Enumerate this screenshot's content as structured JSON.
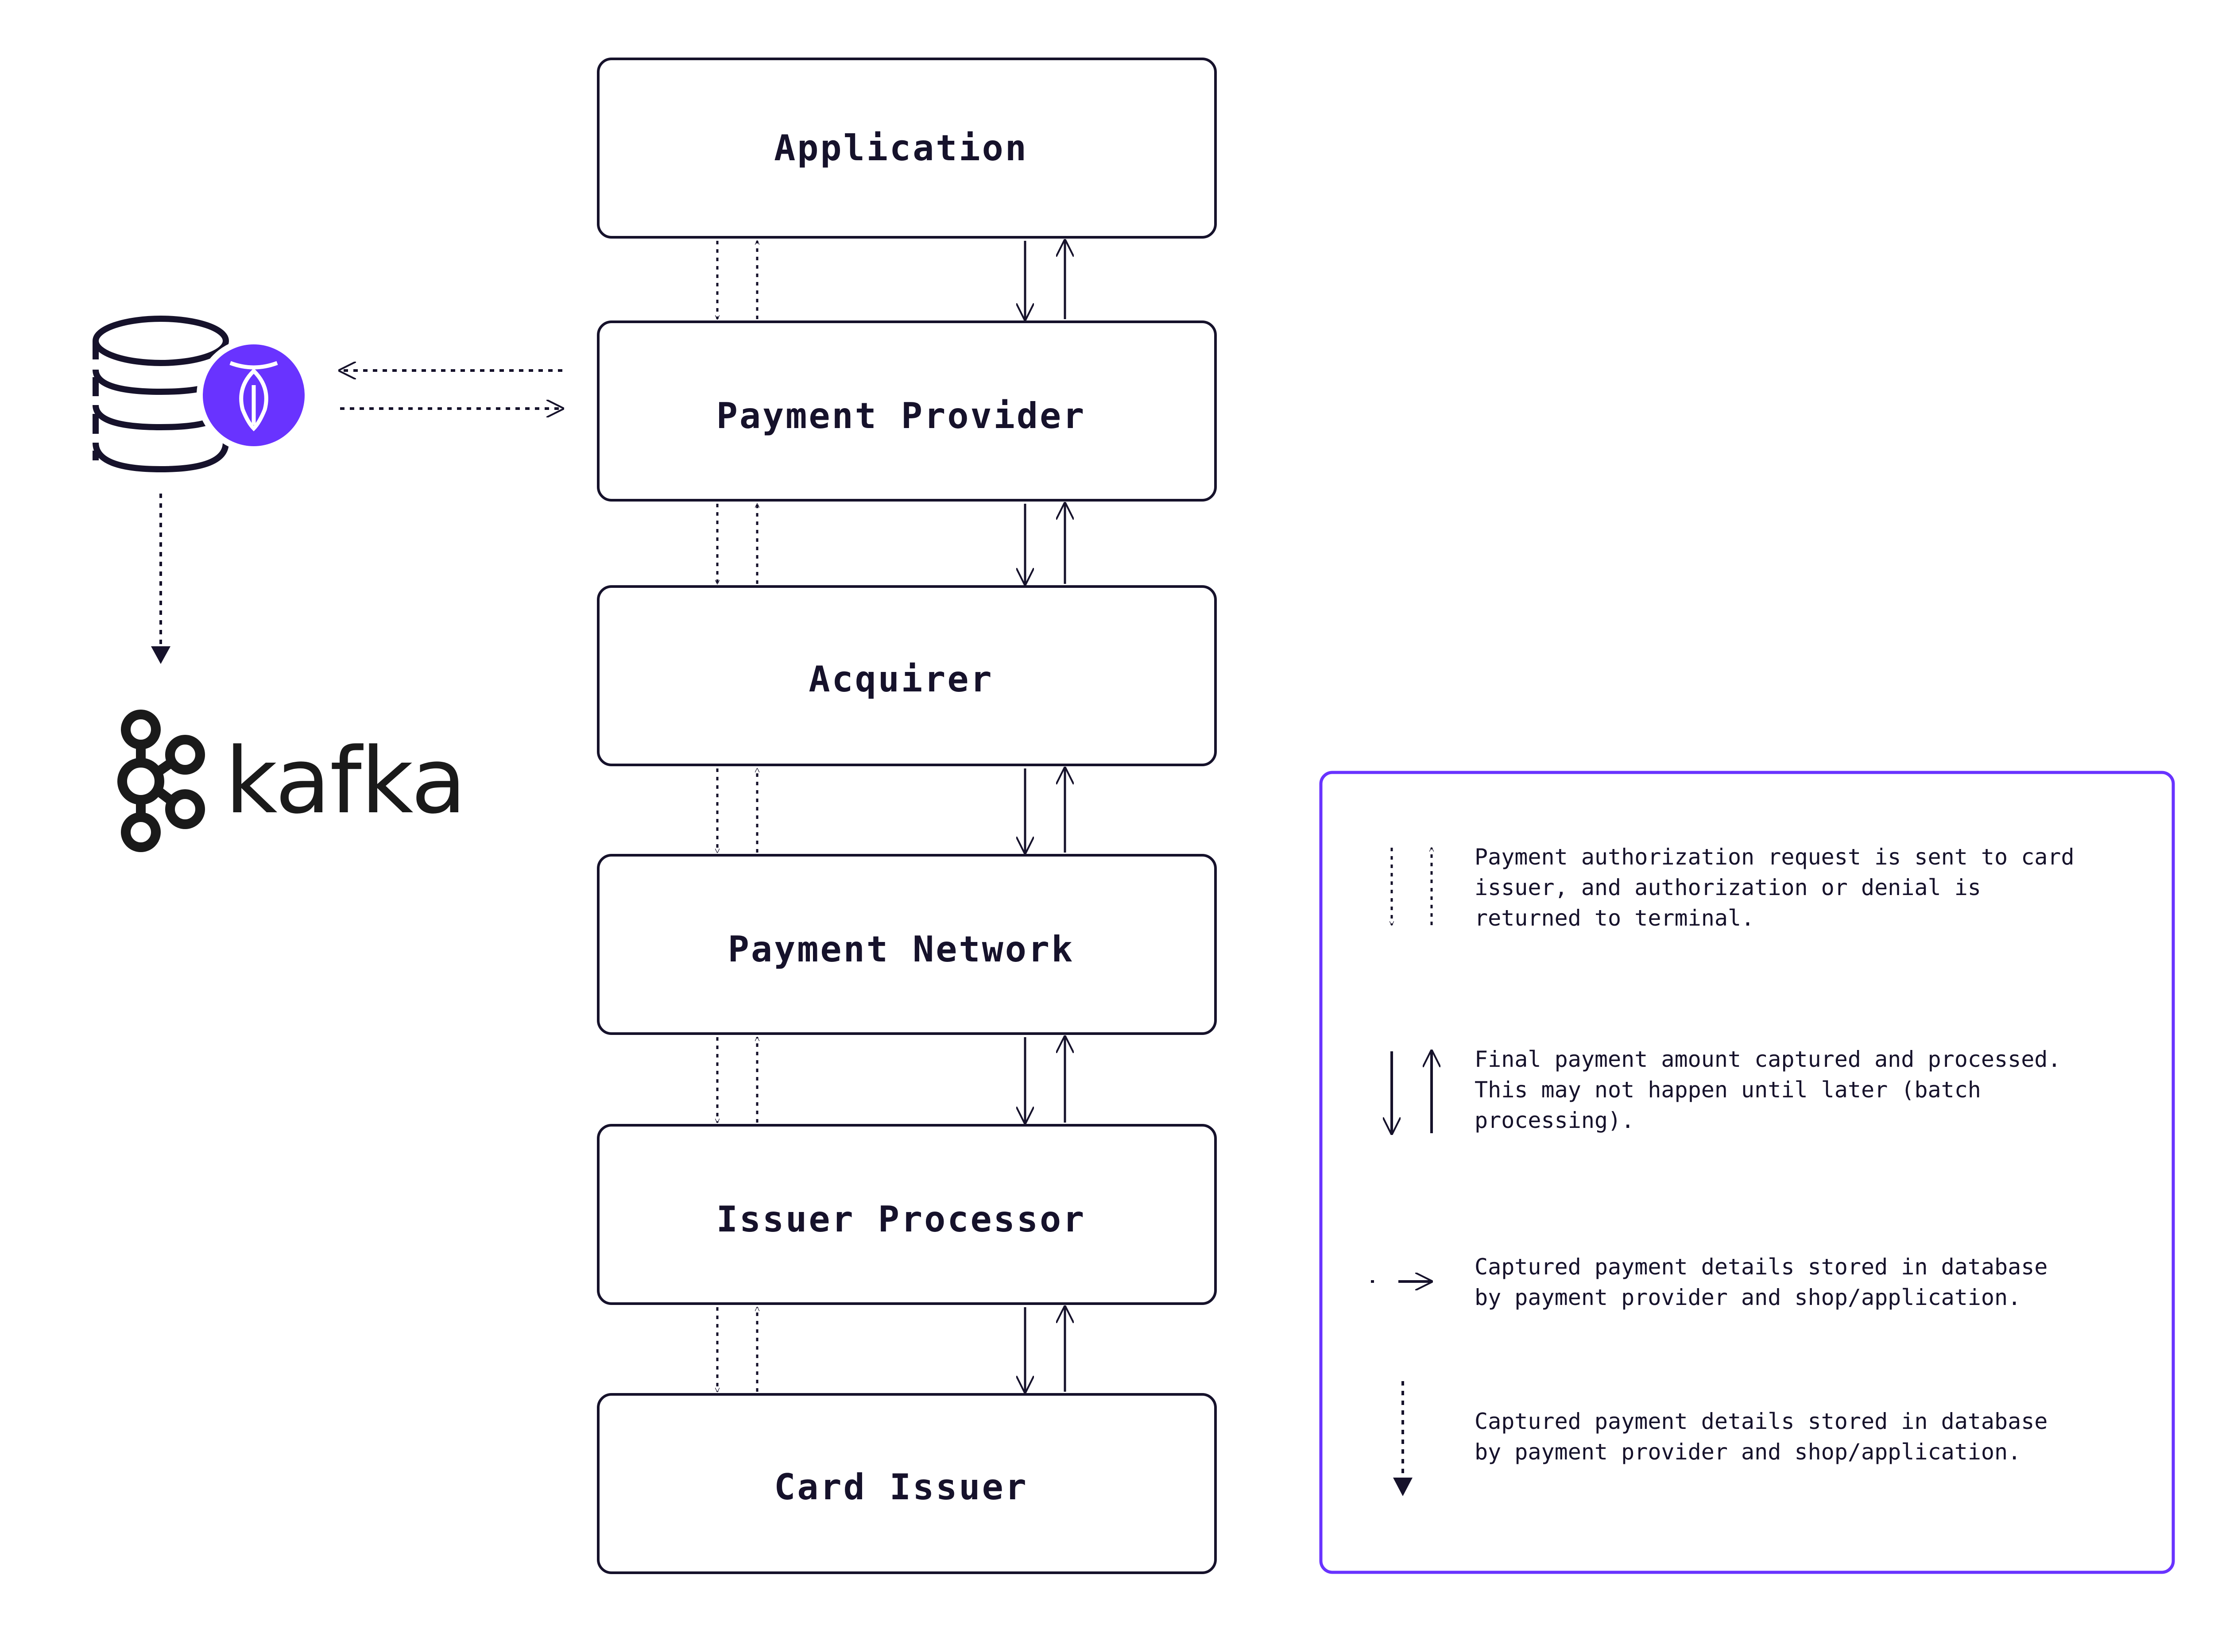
{
  "boxes": [
    {
      "id": "application",
      "label": "Application"
    },
    {
      "id": "payment-provider",
      "label": "Payment Provider"
    },
    {
      "id": "acquirer",
      "label": "Acquirer"
    },
    {
      "id": "payment-network",
      "label": "Payment Network"
    },
    {
      "id": "issuer-processor",
      "label": "Issuer Processor"
    },
    {
      "id": "card-issuer",
      "label": "Card Issuer"
    }
  ],
  "database_icon": {
    "icon": "database-icon",
    "badge_icon": "cockroach-badge-icon",
    "badge_color": "#6933ff"
  },
  "kafka": {
    "icon": "kafka-icon",
    "label": "kafka"
  },
  "legend": {
    "border_color": "#6933ff",
    "items": [
      {
        "symbol": "dotted-up-down-arrows-icon",
        "lines": [
          "Payment authorization request is sent to card",
          "issuer, and authorization or denial is",
          "returned to terminal."
        ]
      },
      {
        "symbol": "solid-up-down-arrows-icon",
        "lines": [
          "Final payment amount captured and processed.",
          "This may not happen until later (batch",
          "processing)."
        ]
      },
      {
        "symbol": "dash-right-arrow-icon",
        "lines": [
          "Captured payment details stored in database",
          "by payment provider and shop/application."
        ]
      },
      {
        "symbol": "dotted-down-triangle-arrow-icon",
        "lines": [
          "Captured payment details stored in database",
          "by payment provider and shop/application."
        ]
      }
    ]
  },
  "colors": {
    "ink": "#16122b",
    "accent": "#6933ff"
  }
}
